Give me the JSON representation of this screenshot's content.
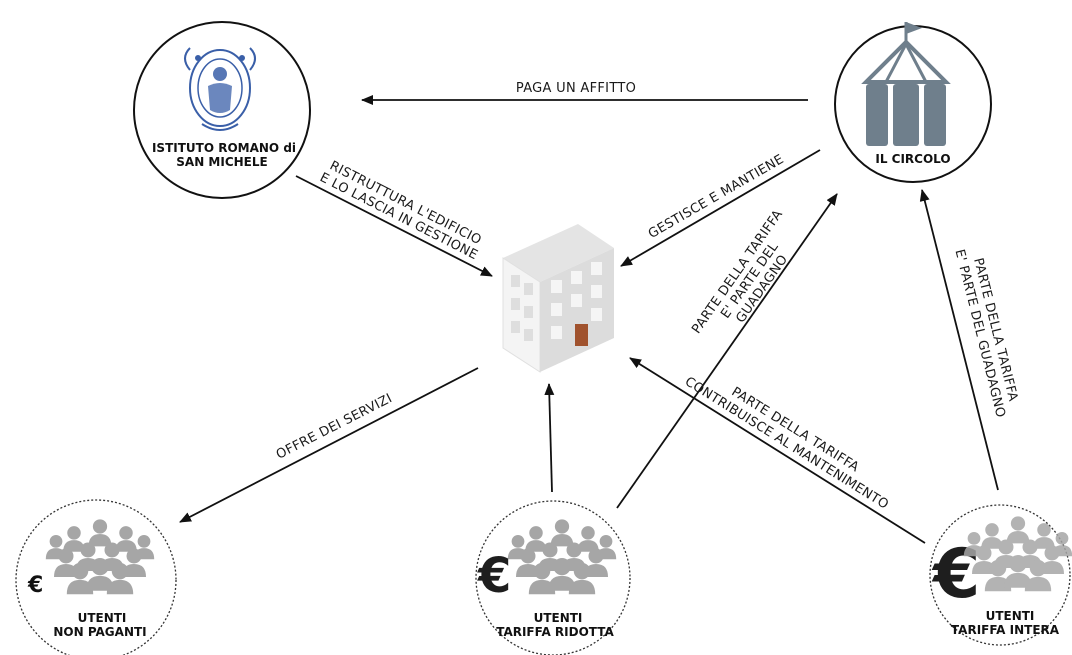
{
  "nodes": {
    "istituto": {
      "label_line1": "ISTITUTO ROMANO di",
      "label_line2": "SAN MICHELE"
    },
    "circolo": {
      "label": "IL CIRCOLO"
    },
    "non_paganti": {
      "label_line1": "UTENTI",
      "label_line2": "NON PAGANTI"
    },
    "tariffa_ridotta": {
      "label_line1": "UTENTI",
      "label_line2": "TARIFFA RIDOTTA"
    },
    "tariffa_intera": {
      "label_line1": "UTENTI",
      "label_line2": "TARIFFA INTERA"
    }
  },
  "edges": {
    "paga_affitto": "PAGA UN AFFITTO",
    "ristruttura_line1": "RISTRUTTURA L'EDIFICIO",
    "ristruttura_line2": "E LO LASCIA IN GESTIONE",
    "gestisce": "GESTISCE E MANTIENE",
    "offre": "OFFRE DEI SERVIZI",
    "ridotta_circolo_line1": "PARTE DELLA TARIFFA",
    "ridotta_circolo_line2": "E' PARTE DEL",
    "ridotta_circolo_line3": "GUADAGNO",
    "intera_edificio_line1": "PARTE DELLA TARIFFA",
    "intera_edificio_line2": "CONTRIBUISCE AL MANTENIMENTO",
    "intera_circolo_line1": "PARTE DELLA TARIFFA",
    "intera_circolo_line2": "E' PARTE DEL GUADAGNO"
  },
  "symbols": {
    "euro": "€"
  },
  "colors": {
    "seal": "#3a5fa8",
    "tent": "#6f7f8c",
    "people": "#a6a6a6",
    "euro_dark": "#1e1e1e",
    "door": "#a0522d"
  }
}
